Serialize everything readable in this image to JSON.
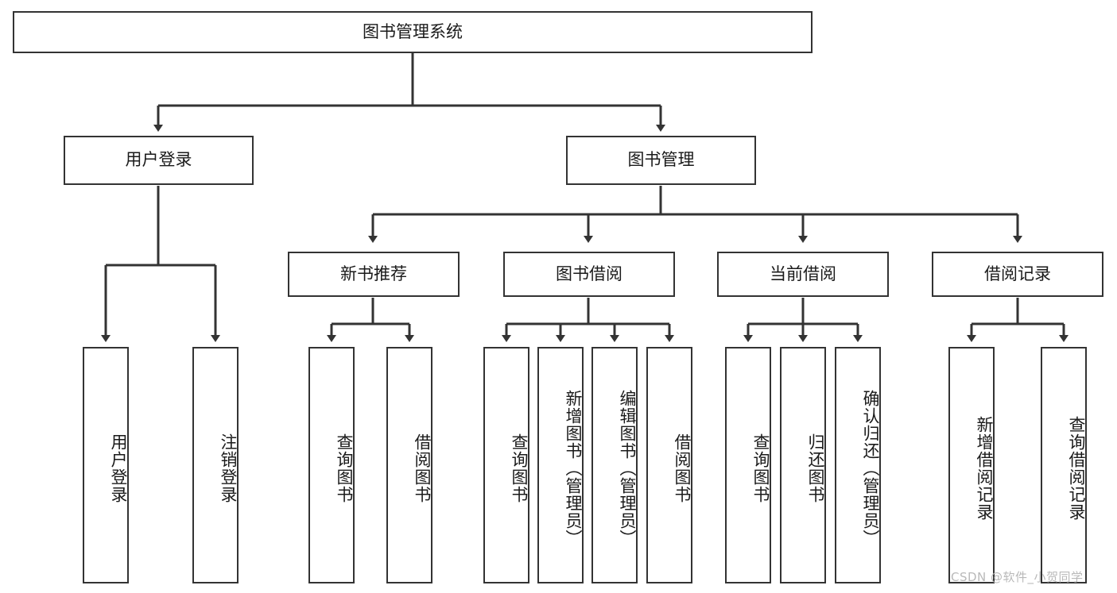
{
  "diagram": {
    "title": "图书管理系统",
    "type": "hierarchy-tree",
    "root": {
      "label": "图书管理系统"
    },
    "level2": [
      {
        "label": "用户登录"
      },
      {
        "label": "图书管理"
      }
    ],
    "level3": [
      {
        "label": "新书推荐"
      },
      {
        "label": "图书借阅"
      },
      {
        "label": "当前借阅"
      },
      {
        "label": "借阅记录"
      }
    ],
    "leaves": {
      "user_login": [
        {
          "label": "用户登录"
        },
        {
          "label": "注销登录"
        }
      ],
      "new_book_recommend": [
        {
          "label": "查询图书"
        },
        {
          "label": "借阅图书"
        }
      ],
      "book_borrow": [
        {
          "label": "查询图书"
        },
        {
          "label": "新增图书（管理员）"
        },
        {
          "label": "编辑图书（管理员）"
        },
        {
          "label": "借阅图书"
        }
      ],
      "current_borrow": [
        {
          "label": "查询图书"
        },
        {
          "label": "归还图书"
        },
        {
          "label": "确认归还（管理员）"
        }
      ],
      "borrow_record": [
        {
          "label": "新增借阅记录"
        },
        {
          "label": "查询借阅记录"
        }
      ]
    }
  },
  "watermark": {
    "text": "CSDN @软件_小贺同学"
  },
  "colors": {
    "stroke": "#333333",
    "fill": "#ffffff",
    "text": "#1a1a1a",
    "watermark": "#b9b9b9"
  }
}
